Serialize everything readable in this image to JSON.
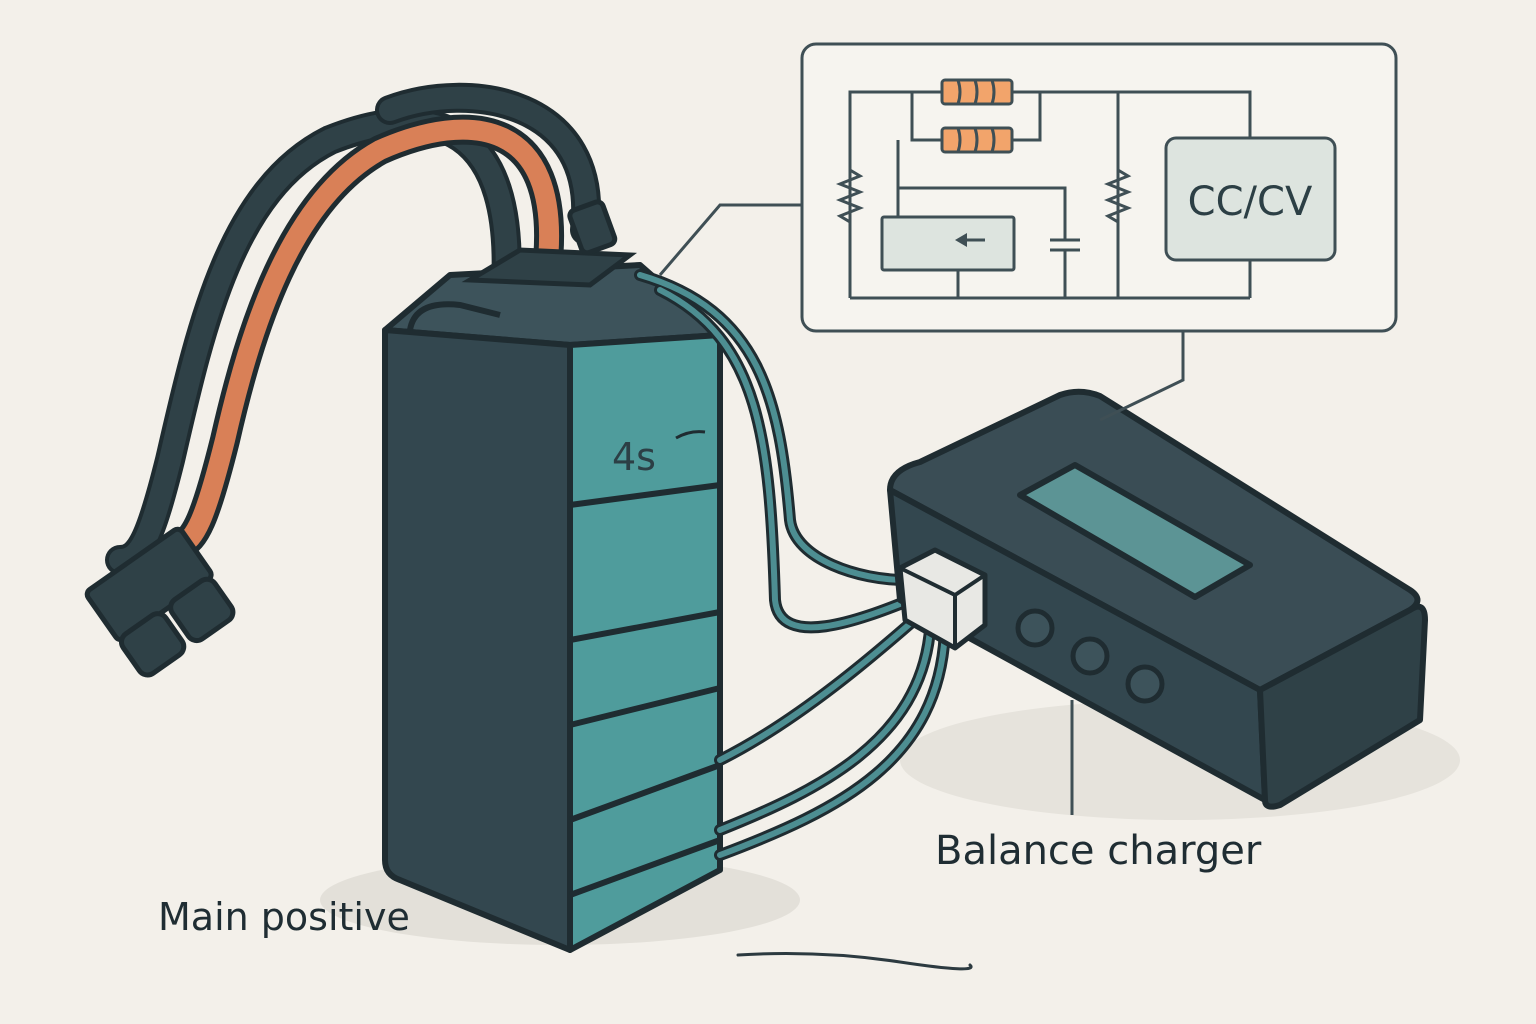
{
  "labels": {
    "main_positive": "Main positive",
    "balance_charger": "Balance charger",
    "cell_count": "4s",
    "controller_mode": "CC/CV"
  },
  "colors": {
    "background": "#f3f0ea",
    "battery_body": "#33474f",
    "battery_cells": "#4f9c9c",
    "wire_dark": "#2f4147",
    "wire_orange": "#d98057",
    "charger_body": "#3a4d55",
    "resistor": "#f2a46b",
    "panel_fill": "#dde4df"
  },
  "icons": {
    "rectifier": "arrow-left-icon",
    "resistor": "resistor-zigzag-icon",
    "capacitor": "capacitor-icon"
  }
}
